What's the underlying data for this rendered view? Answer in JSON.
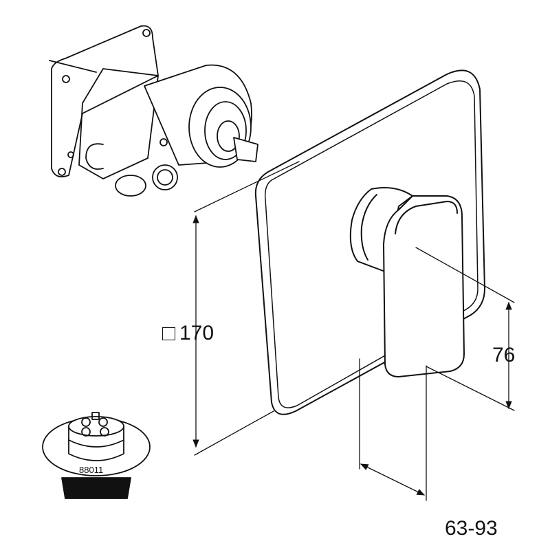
{
  "dimensions": {
    "plate_size_symbol": "□",
    "plate_size": "170",
    "handle_height": "76",
    "projection_range": "63-93"
  },
  "parts": {
    "cartridge_number": "88011"
  },
  "colors": {
    "line": "#111111",
    "background": "#ffffff"
  }
}
